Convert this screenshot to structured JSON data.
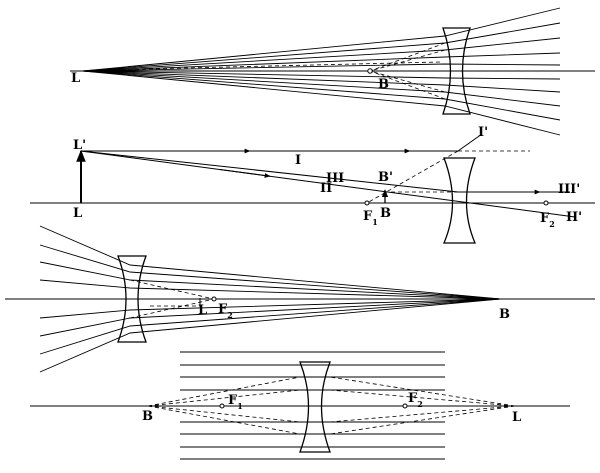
{
  "colors": {
    "ink": "#000000",
    "paper": "#ffffff"
  },
  "diagram1": {
    "source_label": "L",
    "image_label": "B"
  },
  "diagram2": {
    "object_top_label": "L'",
    "object_base_label": "L",
    "ray1_label": "I",
    "ray2_label": "II",
    "ray3_label": "III",
    "image_top_label": "B'",
    "image_base_label": "B",
    "focus1_label": "F",
    "focus1_sub": "1",
    "focus2_label": "F",
    "focus2_sub": "2",
    "out2_label": "II'",
    "out3_label": "III'",
    "out1_label": "I'"
  },
  "diagram3": {
    "focus_label": "F",
    "focus_sub": "2",
    "image_label": "B",
    "left_label": "L"
  },
  "diagram4": {
    "left_label": "B",
    "focus1_label": "F",
    "focus1_sub": "1",
    "focus2_label": "F",
    "focus2_sub": "2",
    "right_label": "L"
  }
}
